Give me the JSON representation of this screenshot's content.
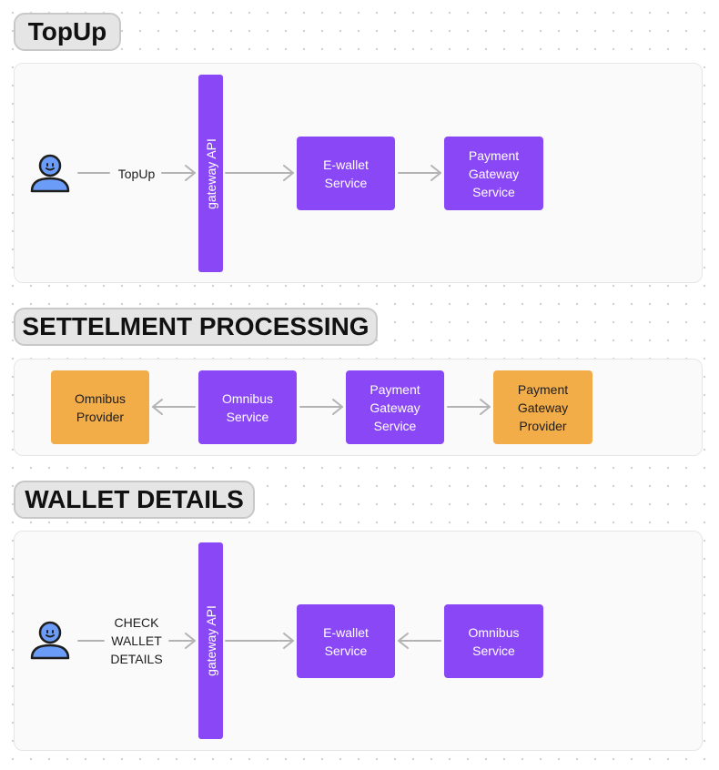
{
  "colors": {
    "service": "#8a47f5",
    "external": "#f2ac48",
    "actor": "#6b9cf7",
    "arrow": "#b3b3b3"
  },
  "sections": {
    "topup": {
      "title": "TopUp",
      "actor_icon": "user-icon",
      "edge_label": "TopUp",
      "gateway": "gateway API",
      "ewallet": [
        "E-wallet",
        "Service"
      ],
      "payment_gateway": [
        "Payment",
        "Gateway",
        "Service"
      ]
    },
    "settlement": {
      "title": "SETTELMENT PROCESSING",
      "omnibus_provider": [
        "Omnibus",
        "Provider"
      ],
      "omnibus_service": [
        "Omnibus",
        "Service"
      ],
      "payment_gateway_service": [
        "Payment",
        "Gateway",
        "Service"
      ],
      "payment_gateway_provider": [
        "Payment",
        "Gateway",
        "Provider"
      ]
    },
    "wallet_details": {
      "title": "WALLET DETAILS",
      "actor_icon": "user-icon",
      "edge_label": [
        "CHECK",
        "WALLET",
        "DETAILS"
      ],
      "gateway": "gateway API",
      "ewallet": [
        "E-wallet",
        "Service"
      ],
      "omnibus_service": [
        "Omnibus",
        "Service"
      ]
    }
  }
}
